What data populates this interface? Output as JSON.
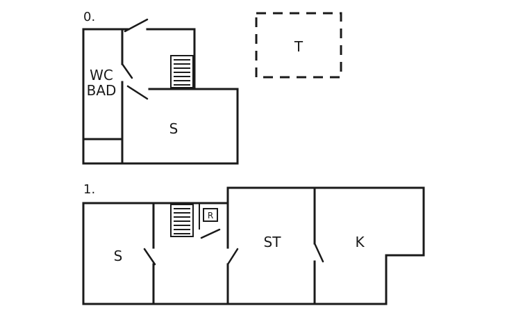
{
  "floors": [
    {
      "label": "0.",
      "rooms": {
        "wc": "WC",
        "bad": "BAD",
        "s": "S",
        "t": "T"
      }
    },
    {
      "label": "1.",
      "rooms": {
        "s": "S",
        "st": "ST",
        "k": "K",
        "r": "R"
      }
    }
  ]
}
